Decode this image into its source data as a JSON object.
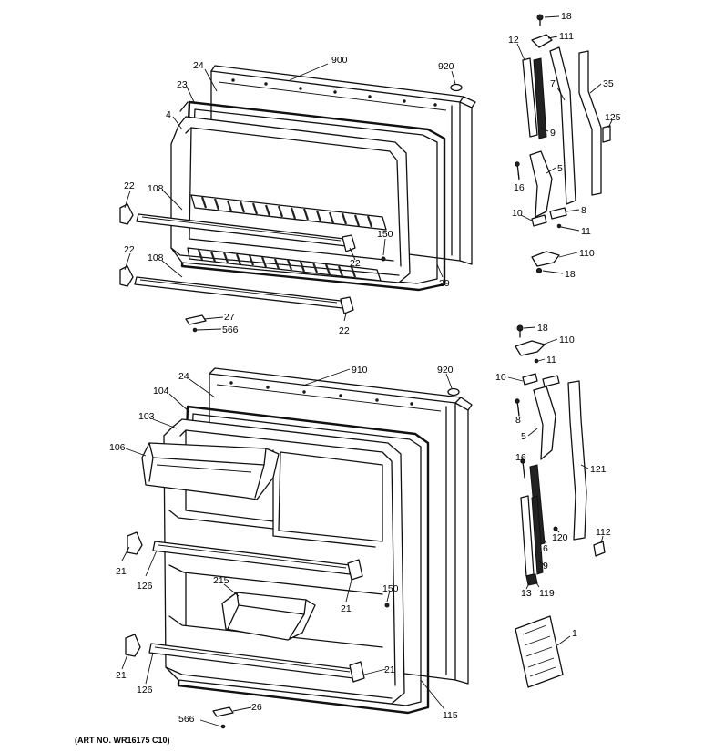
{
  "art_number": "(ART NO. WR16175 C10)",
  "callouts": {
    "top": {
      "c900": "900",
      "c920": "920",
      "c24": "24",
      "c23": "23",
      "c4": "4",
      "c22a": "22",
      "c108a": "108",
      "c22b": "22",
      "c108b": "108",
      "c150": "150",
      "c22c": "22",
      "c29": "29",
      "c22d": "22",
      "c27": "27",
      "c566": "566"
    },
    "top_right": {
      "c18a": "18",
      "c12": "12",
      "c111": "111",
      "c7": "7",
      "c35": "35",
      "c9": "9",
      "c125": "125",
      "c5": "5",
      "c16": "16",
      "c8": "8",
      "c10": "10",
      "c11": "11",
      "c110": "110",
      "c18b": "18"
    },
    "bottom": {
      "c910": "910",
      "c920": "920",
      "c24": "24",
      "c104": "104",
      "c103": "103",
      "c106": "106",
      "c21a": "21",
      "c126a": "126",
      "c215": "215",
      "c150": "150",
      "c21b": "21",
      "c21c": "21",
      "c126b": "126",
      "c21d": "21",
      "c26": "26",
      "c566": "566",
      "c115": "115"
    },
    "bottom_right": {
      "c18": "18",
      "c110": "110",
      "c11": "11",
      "c10": "10",
      "c8": "8",
      "c5": "5",
      "c16": "16",
      "c121": "121",
      "c120": "120",
      "c6": "6",
      "c112": "112",
      "c9": "9",
      "c13": "13",
      "c119": "119",
      "c1": "1"
    }
  }
}
